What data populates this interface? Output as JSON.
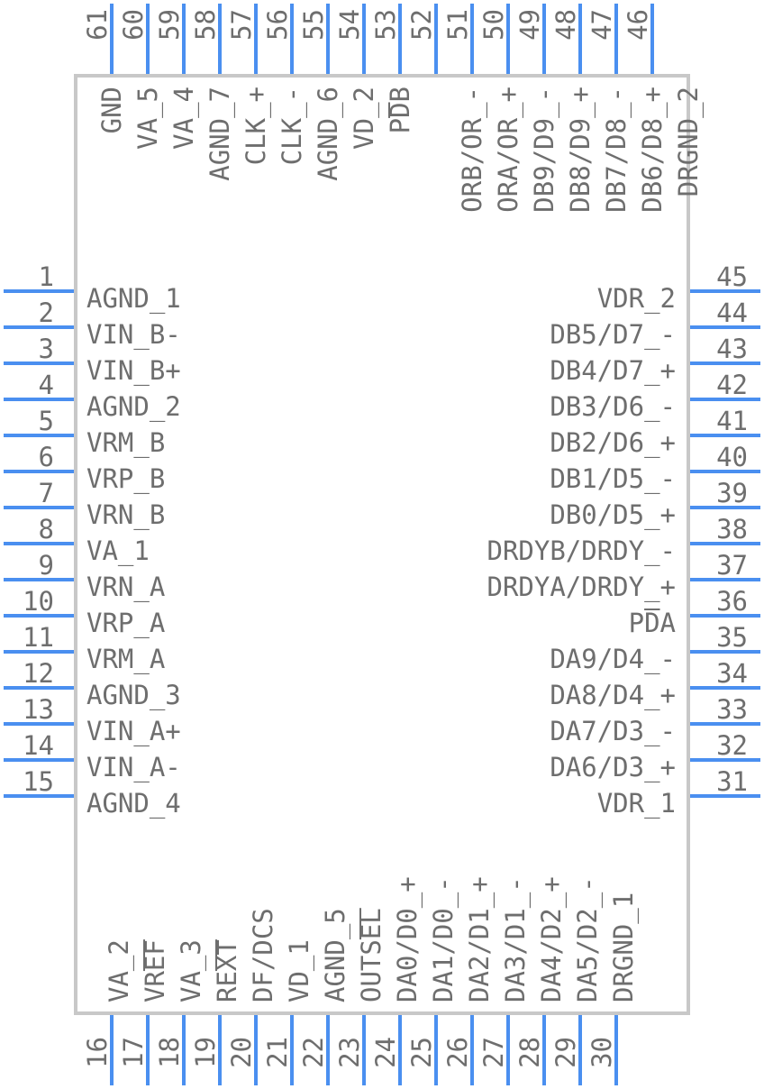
{
  "component": {
    "pins_left": [
      {
        "num": "1",
        "name": "AGND_1"
      },
      {
        "num": "2",
        "name": "VIN_B-"
      },
      {
        "num": "3",
        "name": "VIN_B+"
      },
      {
        "num": "4",
        "name": "AGND_2"
      },
      {
        "num": "5",
        "name": "VRM_B"
      },
      {
        "num": "6",
        "name": "VRP_B"
      },
      {
        "num": "7",
        "name": "VRN_B"
      },
      {
        "num": "8",
        "name": "VA_1"
      },
      {
        "num": "9",
        "name": "VRN_A"
      },
      {
        "num": "10",
        "name": "VRP_A"
      },
      {
        "num": "11",
        "name": "VRM_A"
      },
      {
        "num": "12",
        "name": "AGND_3"
      },
      {
        "num": "13",
        "name": "VIN_A+"
      },
      {
        "num": "14",
        "name": "VIN_A-"
      },
      {
        "num": "15",
        "name": "AGND_4"
      }
    ],
    "pins_right": [
      {
        "num": "45",
        "name": "VDR_2"
      },
      {
        "num": "44",
        "name": "DB5/D7_-"
      },
      {
        "num": "43",
        "name": "DB4/D7_+"
      },
      {
        "num": "42",
        "name": "DB3/D6_-"
      },
      {
        "num": "41",
        "name": "DB2/D6_+"
      },
      {
        "num": "40",
        "name": "DB1/D5_-"
      },
      {
        "num": "39",
        "name": "DB0/D5_+"
      },
      {
        "num": "38",
        "name": "DRDYB/DRDY_-"
      },
      {
        "num": "37",
        "name": "DRDYA/DRDY_+"
      },
      {
        "num": "36",
        "name": "PDA",
        "overline": "D"
      },
      {
        "num": "35",
        "name": "DA9/D4_-"
      },
      {
        "num": "34",
        "name": "DA8/D4_+"
      },
      {
        "num": "33",
        "name": "DA7/D3_-"
      },
      {
        "num": "32",
        "name": "DA6/D3_+"
      },
      {
        "num": "31",
        "name": "VDR_1"
      }
    ],
    "pins_bottom": [
      {
        "num": "16",
        "name": "VA_2"
      },
      {
        "num": "17",
        "name": "VREF",
        "overline": "EF"
      },
      {
        "num": "18",
        "name": "VA_3"
      },
      {
        "num": "19",
        "name": "REXT",
        "overline": "XT"
      },
      {
        "num": "20",
        "name": "DF/DCS"
      },
      {
        "num": "21",
        "name": "VD_1"
      },
      {
        "num": "22",
        "name": "AGND_5"
      },
      {
        "num": "23",
        "name": "OUTSEL",
        "overline": "EL"
      },
      {
        "num": "24",
        "name": "DA0/D0_+"
      },
      {
        "num": "25",
        "name": "DA1/D0_-"
      },
      {
        "num": "26",
        "name": "DA2/D1_+"
      },
      {
        "num": "27",
        "name": "DA3/D1_-"
      },
      {
        "num": "28",
        "name": "DA4/D2_+"
      },
      {
        "num": "29",
        "name": "DA5/D2_-"
      },
      {
        "num": "30",
        "name": "DRGND_1"
      }
    ],
    "pins_top": [
      {
        "num": "61",
        "name": "GND"
      },
      {
        "num": "60",
        "name": "VA_5"
      },
      {
        "num": "59",
        "name": "VA_4"
      },
      {
        "num": "58",
        "name": "AGND_7"
      },
      {
        "num": "57",
        "name": "CLK_+"
      },
      {
        "num": "56",
        "name": "CLK_-"
      },
      {
        "num": "55",
        "name": "AGND_6"
      },
      {
        "num": "54",
        "name": "VD_2"
      },
      {
        "num": "53",
        "name": "PDB",
        "overline": "D"
      },
      {
        "num": "52",
        "name": ""
      },
      {
        "num": "51",
        "name": "ORB/OR_-"
      },
      {
        "num": "50",
        "name": "ORA/OR_+"
      },
      {
        "num": "49",
        "name": "DB9/D9_-"
      },
      {
        "num": "48",
        "name": "DB8/D9_+"
      },
      {
        "num": "47",
        "name": "DB7/D8_-"
      },
      {
        "num": "46",
        "name": "DB6/D8_+"
      },
      {
        "num": "",
        "name": "DRGND_2"
      }
    ]
  },
  "colors": {
    "pin_line": "#4a8ff0",
    "body_outline": "#c8c8c8",
    "text": "#6e6e6e"
  }
}
